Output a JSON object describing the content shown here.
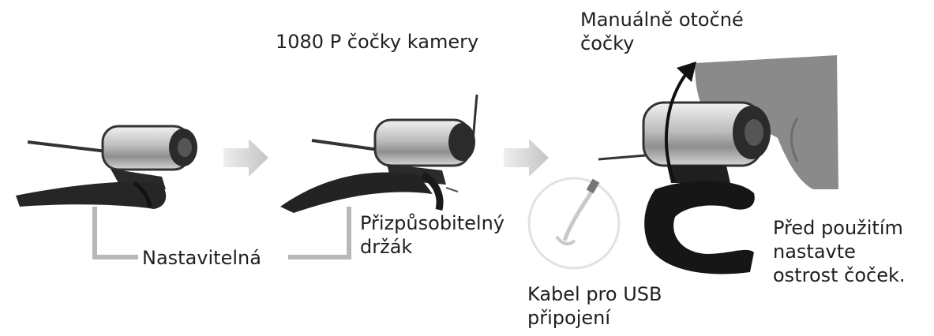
{
  "labels": {
    "lens_1080p": "1080 P čočky kamery",
    "manual_rotating_lens": [
      "Manuálně otočné",
      "čočky"
    ],
    "adjustable": "Nastavitelná",
    "adaptable_holder": [
      "Přizpůsobitelný",
      "držák"
    ],
    "usb_cable": [
      "Kabel pro USB",
      "připojení"
    ],
    "focus_note": [
      "Před použitím",
      "nastavte",
      "ostrost čoček."
    ]
  },
  "colors": {
    "text": "#1f1f1f",
    "camera_dark": "#2a2a2a",
    "camera_silver": "#c9c9c9",
    "arrow_gray": "#cfcfcf",
    "hand_gray": "#8a8a8a",
    "bracket_gray": "#b8b8b8"
  },
  "icons": [
    "webcam-illustration",
    "step-arrow-icon",
    "rotate-arrow-icon",
    "usb-cable-icon",
    "hand-illustration"
  ]
}
